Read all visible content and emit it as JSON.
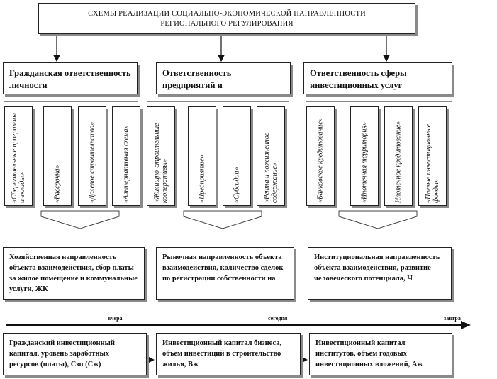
{
  "title": {
    "line1": "СХЕМЫ РЕАЛИЗАЦИИ СОЦИАЛЬНО-ЭКОНОМИЧЕСКОЙ НАПРАВЛЕННОСТИ",
    "line2": "РЕГИОНАЛЬНОГО РЕГУЛИРОВАНИЯ"
  },
  "headers": [
    "Гражданская ответственность личности",
    "Ответственность предприятий и",
    "Ответственность сферы инвестиционных услуг"
  ],
  "cards": [
    "«Сберегательные программы и вклады»",
    "«Рассрочка»",
    "«Долевое строительство»",
    "«Альтернативная схема»",
    "«Жилищно-строительные кооперативы»",
    "«Предприятие»",
    "«Субсидии»",
    "«Рента и пожизненное содержание»",
    "«Банковское кредитование»",
    "«Ипотечная территория»",
    "Ипотечное кредитование»",
    "«Паевые инвестиционные фонды»"
  ],
  "results": [
    "Хозяйственная направленность объекта взаимодействия, сбор платы за жилое помещение и коммунальные услуги, ЖК",
    "Рыночная направленность объекта взаимодействия, количество сделок по регистрации собственности на",
    "Институциональная направленность объекта взаимодействия, развитие человеческого потенциала, Ч"
  ],
  "timeline": {
    "yesterday": "вчера",
    "today": "сегодня",
    "tomorrow": "завтра"
  },
  "capitals": [
    "Гражданский инвестиционный капитал, уровень заработных ресурсов (платы), Cзп (Cж)",
    "Инвестиционный капитал бизнеса, объем инвестиций в строительство жилья, Вж",
    "Инвестиционный капитал институтов, объем годовых инвестиционных вложений, Аж"
  ]
}
